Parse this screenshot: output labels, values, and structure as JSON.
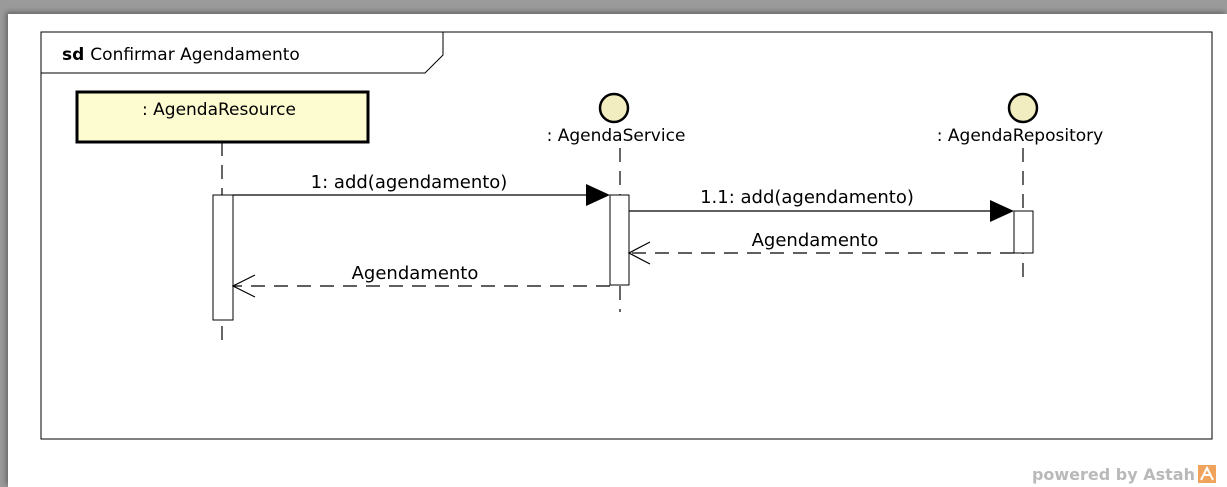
{
  "frame": {
    "keyword": "sd",
    "name": "Confirmar Agendamento"
  },
  "lifelines": [
    {
      "label": ": AgendaResource",
      "kind": "class"
    },
    {
      "label": ": AgendaService",
      "kind": "control"
    },
    {
      "label": ": AgendaRepository",
      "kind": "control"
    }
  ],
  "messages": [
    {
      "label": "1: add(agendamento)",
      "type": "sync"
    },
    {
      "label": "1.1: add(agendamento)",
      "type": "sync"
    },
    {
      "label": "Agendamento",
      "type": "return"
    },
    {
      "label": "Agendamento",
      "type": "return"
    }
  ],
  "watermark": {
    "text": "powered by Astah"
  },
  "colors": {
    "lifeline_head_fill": "#fdfbd0",
    "control_fill": "#f2edc0",
    "page_background": "#ffffff",
    "border": "#000000",
    "watermark": "#b9b9b9",
    "astah_logo": "#f0a35c"
  }
}
